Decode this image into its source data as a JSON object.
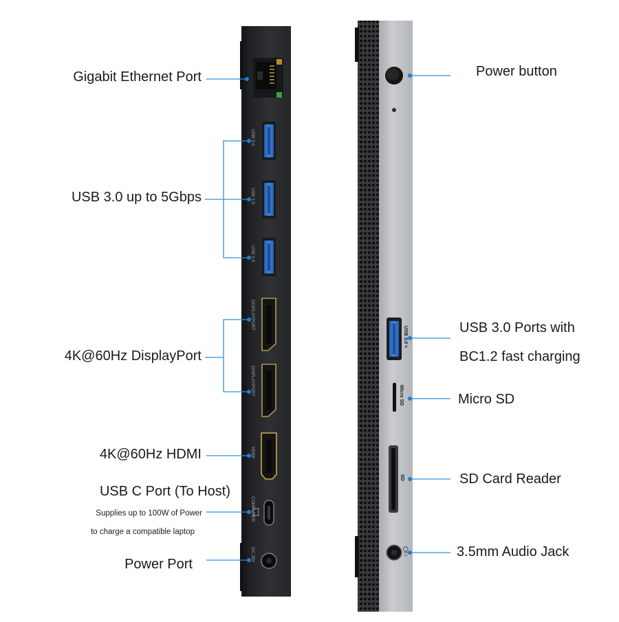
{
  "left_device": {
    "labels": {
      "ethernet": "Gigabit Ethernet Port",
      "usb3": "USB 3.0 up to  5Gbps",
      "displayport": "4K@60Hz DisplayPort",
      "hdmi": "4K@60Hz HDMI",
      "usbc": "USB C Port (To Host)",
      "usbc_note_line1": "Supplies up to 100W of Power",
      "usbc_note_line2": "to charge a compatible laptop",
      "power_port": "Power Port"
    },
    "port_marks": {
      "usb": "USB 3.0",
      "displayport": "DISPLAYPORT",
      "hdmi": "HDMI",
      "computer": "COMPUTER",
      "dc": "DC 20V"
    }
  },
  "right_device": {
    "labels": {
      "power_button": "Power button",
      "usb_charging_line1": "USB 3.0 Ports with",
      "usb_charging_line2": "BC1.2 fast charging",
      "micro_sd": "Micro SD",
      "sd_reader": "SD Card Reader",
      "audio_jack": "3.5mm Audio Jack"
    },
    "port_marks": {
      "usb": "USB 3.0 ϟ",
      "micro_sd": "Micro SD",
      "sd": "SD",
      "audio": "◯/♫"
    }
  },
  "colors": {
    "callout_line": "#2f8fd6",
    "callout_dot": "#1e7fd0",
    "dark_body": "#2b2d30",
    "silver_body": "#b9bcc1",
    "usb_blue": "#2f6fc4",
    "dp_gold": "#b89a4e",
    "grip_dots": "#111111"
  }
}
